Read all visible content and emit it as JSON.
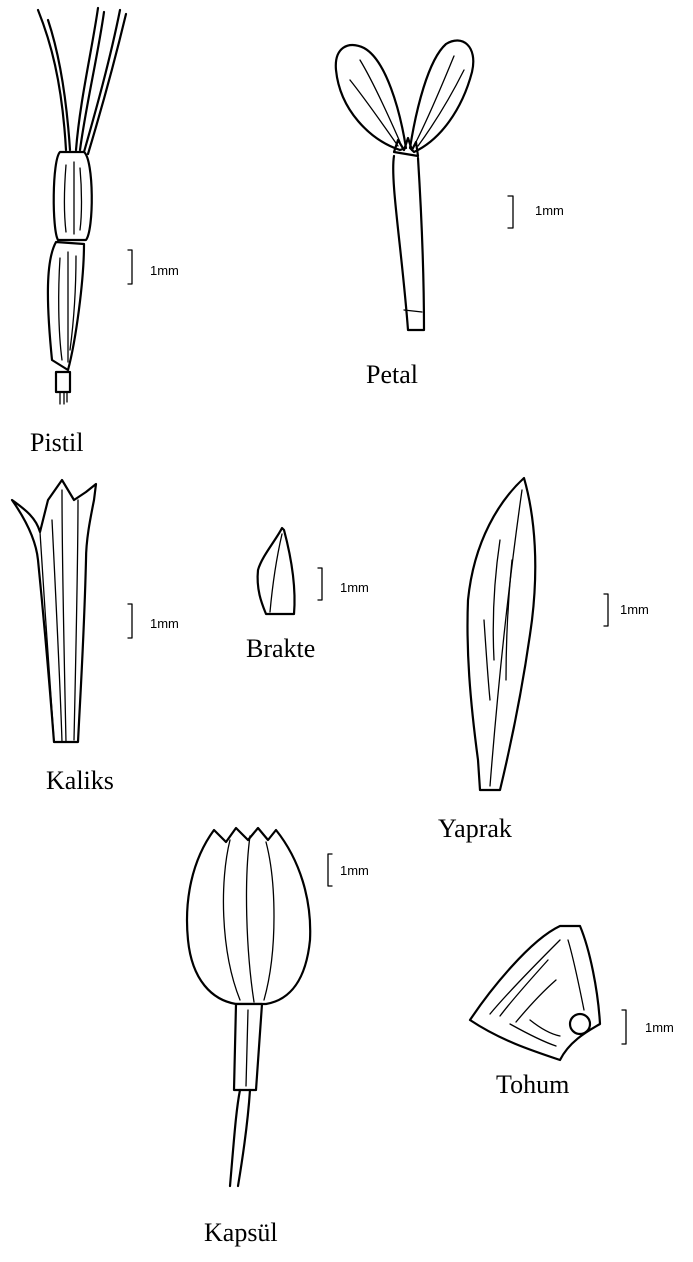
{
  "labels": {
    "pistil": "Pistil",
    "petal": "Petal",
    "kaliks": "Kaliks",
    "brakte": "Brakte",
    "yaprak": "Yaprak",
    "kapsul": "Kapsül",
    "tohum": "Tohum"
  },
  "scale_bars": {
    "pistil": "1mm",
    "petal": "1mm",
    "kaliks": "1mm",
    "brakte": "1mm",
    "yaprak": "1mm",
    "kapsul": "1mm",
    "tohum": "1mm"
  },
  "colors": {
    "ink": "#000000",
    "background": "#ffffff"
  }
}
